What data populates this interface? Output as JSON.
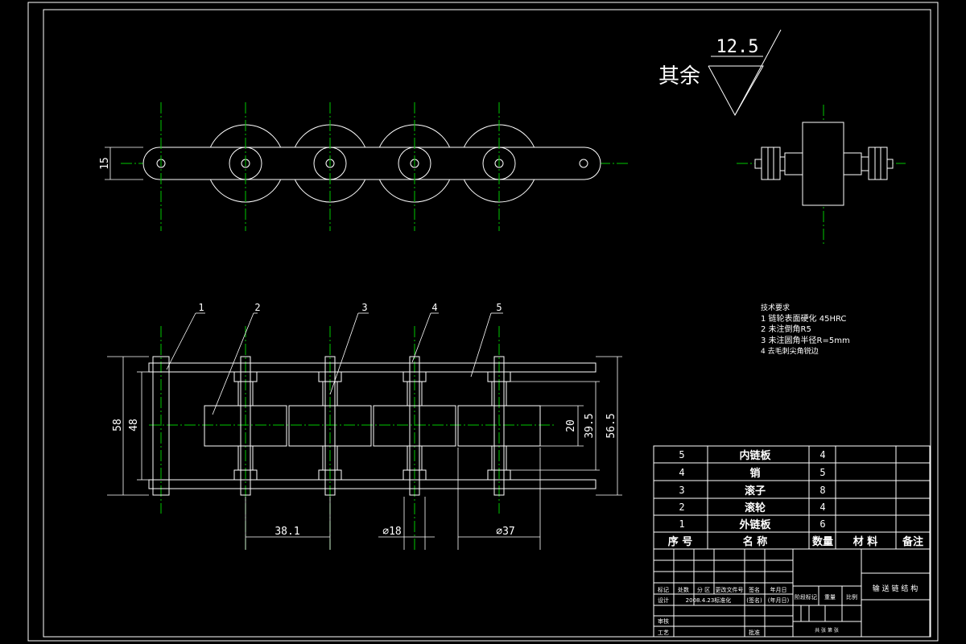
{
  "surface_finish": {
    "value": "12.5",
    "note": "其余"
  },
  "views": {
    "top_dims": {
      "pitch_height": "15"
    },
    "front_dims": {
      "overall_58": "58",
      "inner_48": "48",
      "roller_20": "20",
      "inner_39_5": "39.5",
      "outer_56_5": "56.5",
      "pitch_38_1": "38.1",
      "roller_dia": "⌀18",
      "wheel_dia": "⌀37"
    },
    "balloons": [
      "1",
      "2",
      "3",
      "4",
      "5"
    ]
  },
  "tech_requirements": {
    "title": "技术要求",
    "items": [
      "1 链轮表面硬化 45HRC",
      "2 未注倒角R5",
      "3 未注圆角半径R=5mm",
      "4 去毛刺尖角锐边"
    ]
  },
  "parts_list": {
    "headers": [
      "序 号",
      "名 称",
      "数量",
      "材 料",
      "备注"
    ],
    "rows": [
      {
        "no": "5",
        "name": "内链板",
        "qty": "4"
      },
      {
        "no": "4",
        "name": "销",
        "qty": "5"
      },
      {
        "no": "3",
        "name": "滚子",
        "qty": "8"
      },
      {
        "no": "2",
        "name": "滚轮",
        "qty": "4"
      },
      {
        "no": "1",
        "name": "外链板",
        "qty": "6"
      }
    ]
  },
  "title_block": {
    "drawing_title": "输 送 链 结 构",
    "header_cells": [
      "标记",
      "处数",
      "分 区",
      "更改文件号",
      "签名",
      "年月日"
    ],
    "row_labels": [
      "设计",
      "审核",
      "工艺"
    ],
    "design_date": "2008.4.23标准化",
    "sign": "(签名)",
    "date": "(年月日)",
    "stage_label": "阶段标记",
    "weight_label": "重量",
    "scale_label": "比例",
    "approve": "批准",
    "sheet": "共 张 第 张"
  }
}
